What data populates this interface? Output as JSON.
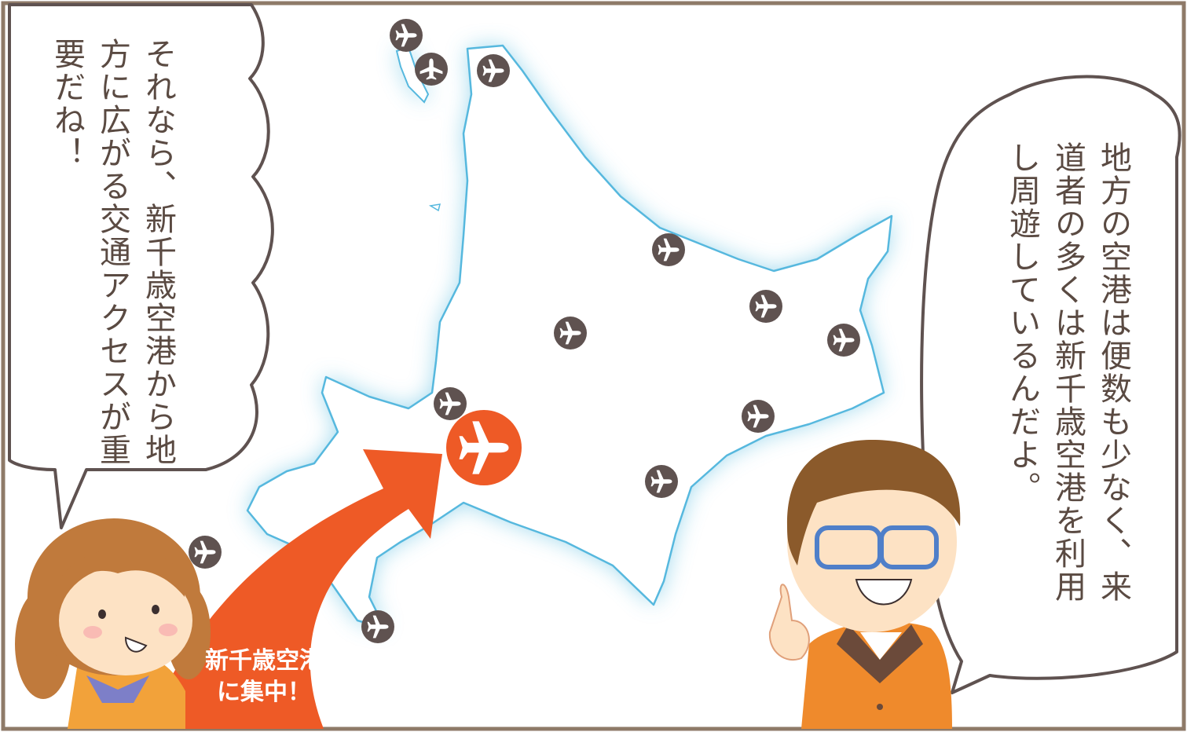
{
  "left_bubble": {
    "text": "それなら、新千歳空港から地方に広がる交通アクセスが重要だね！"
  },
  "right_bubble": {
    "text": "地方の空港は便数も少なく、来道者の多くは新千歳空港を利用し周遊しているんだよ。"
  },
  "arrow_label": {
    "line1": "新千歳空港",
    "line2": "に集中！"
  },
  "icons": {
    "airport": "airplane-icon",
    "main_airport": "new-chitose-airport-icon"
  },
  "colors": {
    "frame": "#8e7a68",
    "sea_glow": "#8fd2ea",
    "coast": "#56b8de",
    "airport_marker": "#5f5250",
    "main_airport": "#ee5a26",
    "text": "#5a4a42"
  }
}
